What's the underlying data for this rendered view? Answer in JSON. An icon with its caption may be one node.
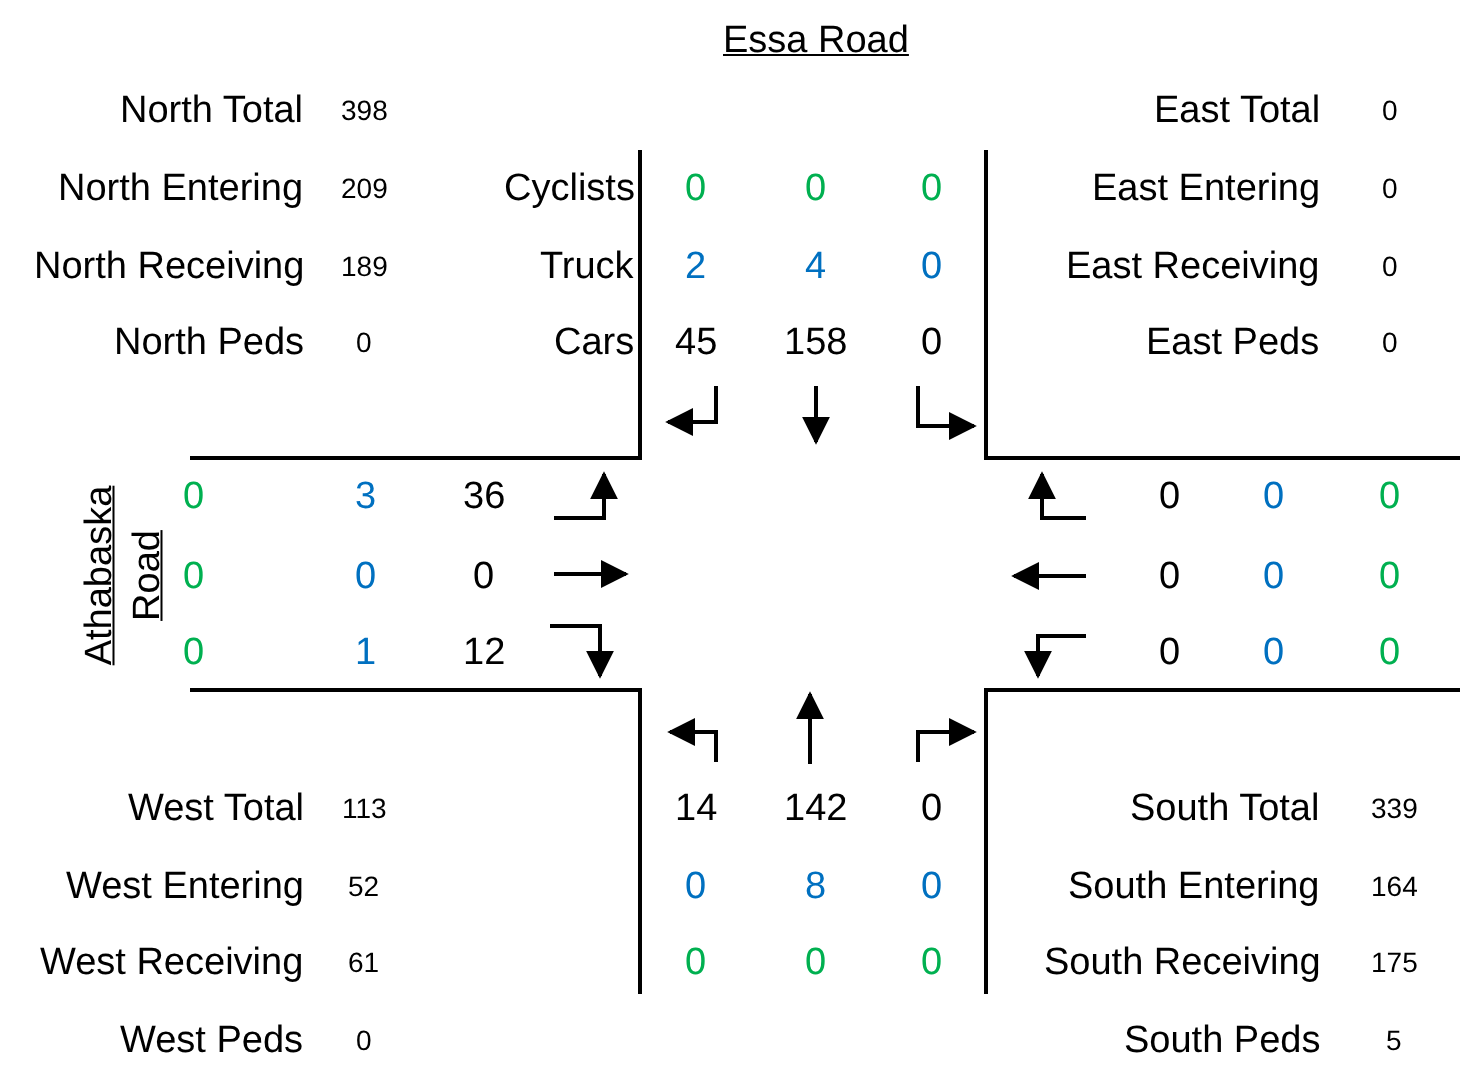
{
  "diagram": {
    "labels": [
      "Essa Road",
      "North Total",
      "398",
      "East Total",
      "0",
      "North Entering",
      "209",
      "Cyclists",
      "0",
      "0",
      "0",
      "East Entering",
      "0",
      "North Receiving",
      "189",
      "Truck",
      "2",
      "4",
      "0",
      "East Receiving",
      "0",
      "North Peds",
      "0",
      "Cars",
      "45",
      "158",
      "0",
      "East Peds",
      "0",
      "Athabaska Road",
      "0",
      "3",
      "36",
      "0",
      "0",
      "0",
      "0",
      "0",
      "0",
      "0",
      "0",
      "0",
      "0",
      "1",
      "12",
      "0",
      "0",
      "0",
      "West Total",
      "113",
      "14",
      "142",
      "0",
      "South Total",
      "339",
      "West Entering",
      "52",
      "0",
      "8",
      "0",
      "South Entering",
      "164",
      "West Receiving",
      "61",
      "0",
      "0",
      "0",
      "South Receiving",
      "175",
      "West Peds",
      "0",
      "South Peds",
      "5"
    ]
  }
}
